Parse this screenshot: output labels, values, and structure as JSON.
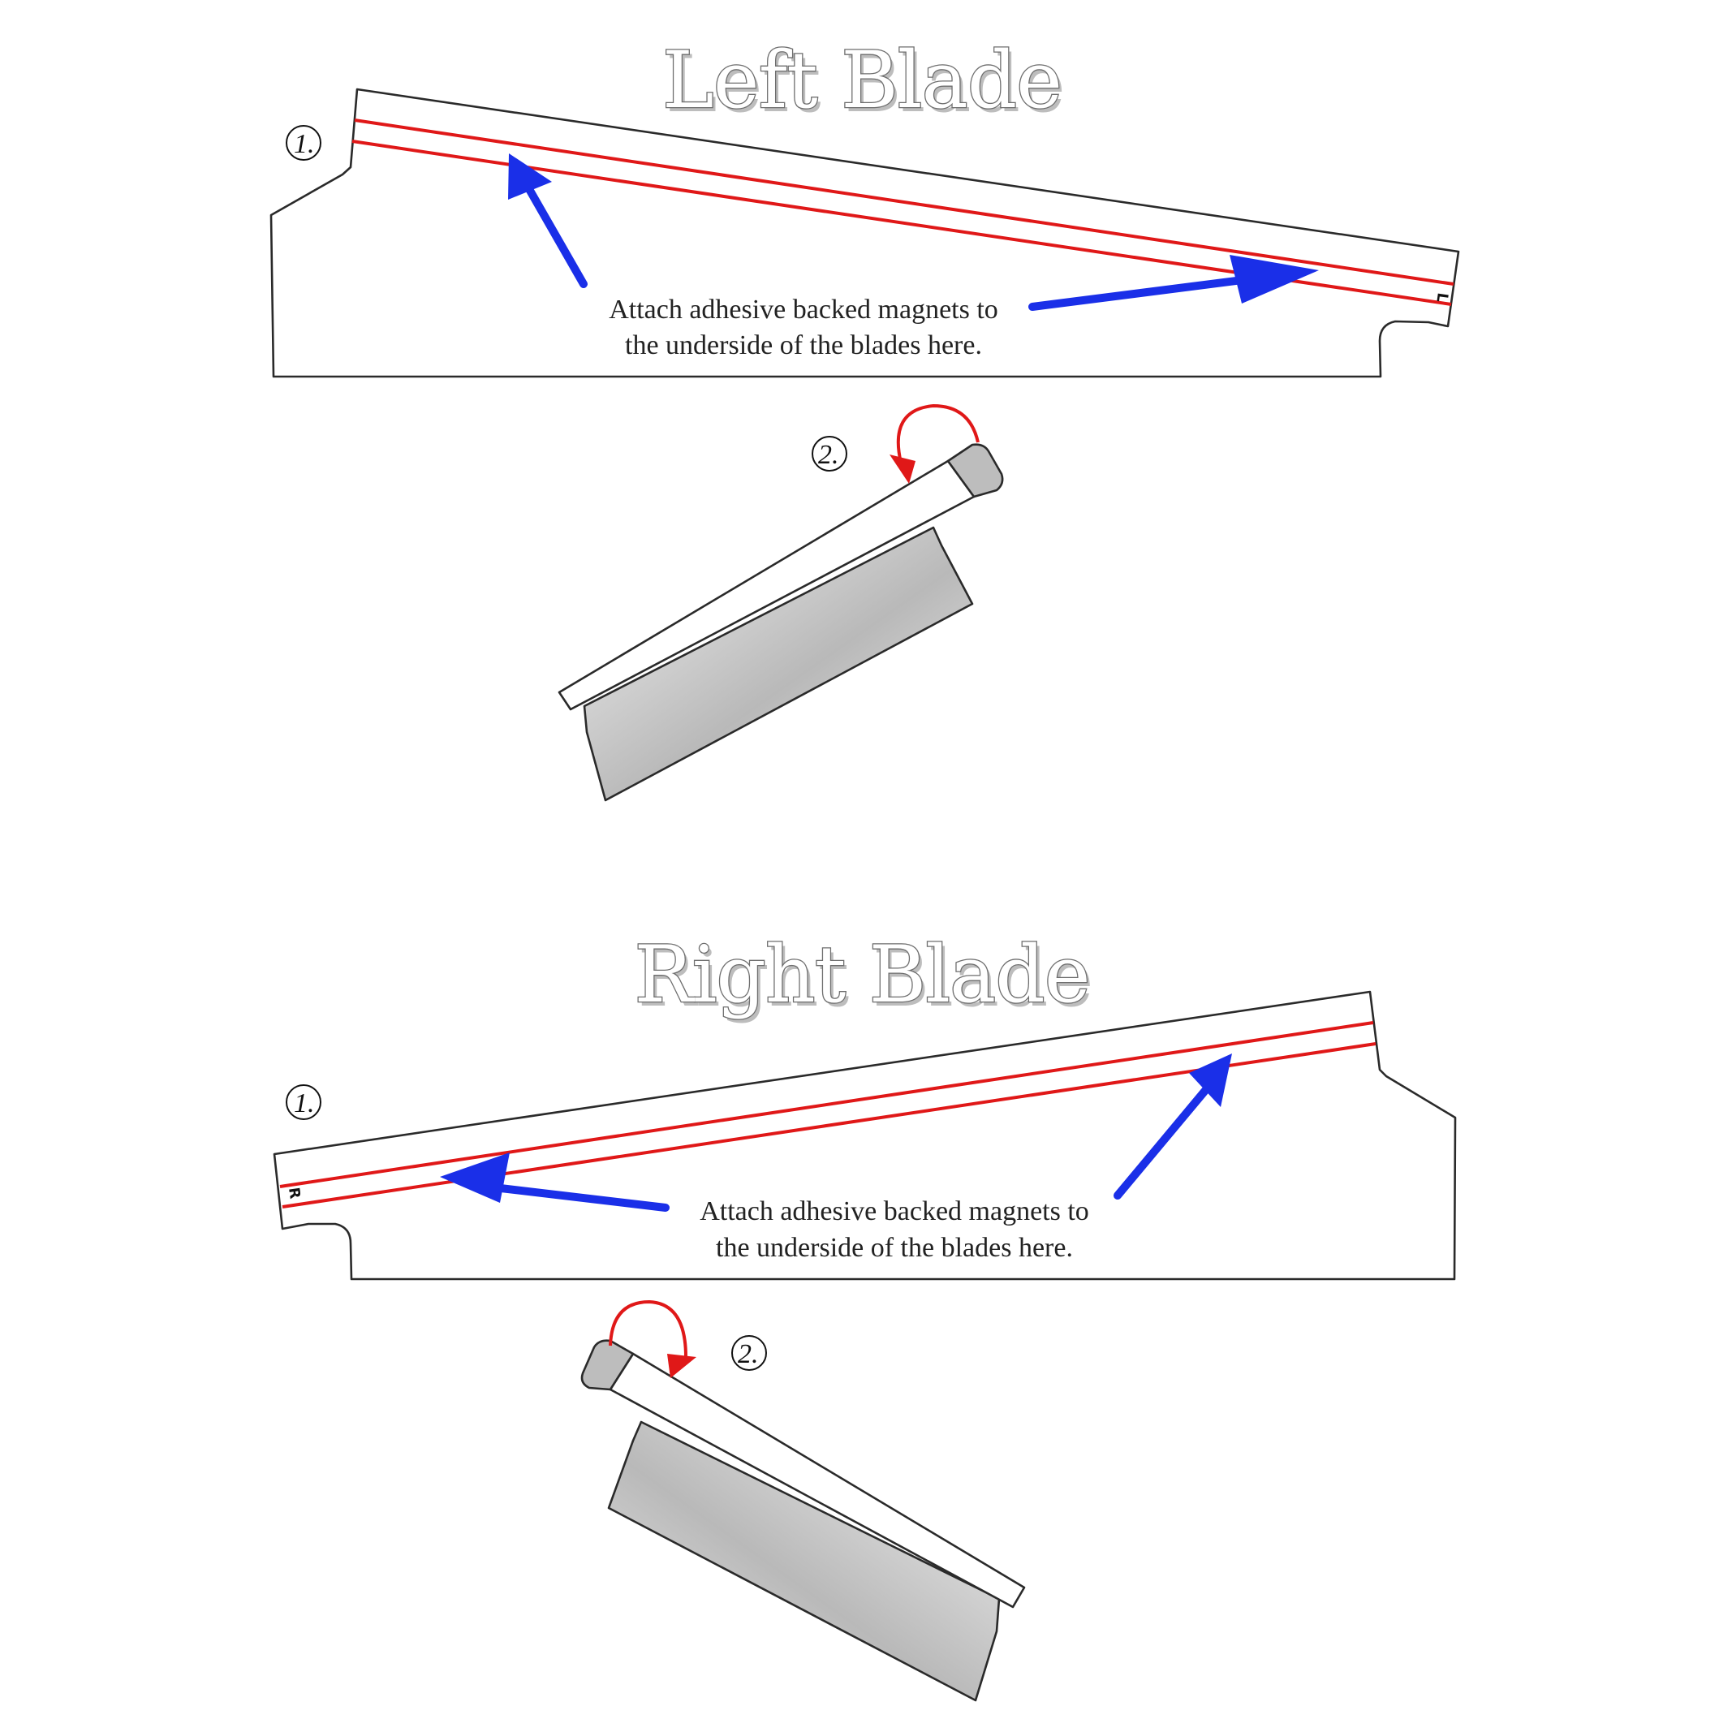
{
  "left_blade": {
    "title": "Left Blade",
    "step1": "1.",
    "step2": "2.",
    "instruction_line1": "Attach adhesive backed magnets to",
    "instruction_line2": "the underside of the blades here.",
    "side_mark": "L"
  },
  "right_blade": {
    "title": "Right Blade",
    "step1": "1.",
    "step2": "2.",
    "instruction_line1": "Attach adhesive backed magnets to",
    "instruction_line2": "the underside of the blades here.",
    "side_mark": "R"
  },
  "colors": {
    "magnet_line": "#e01818",
    "arrow": "#1a2fe8",
    "rotate_arrow": "#e01818",
    "outline": "#2a2a2a"
  }
}
